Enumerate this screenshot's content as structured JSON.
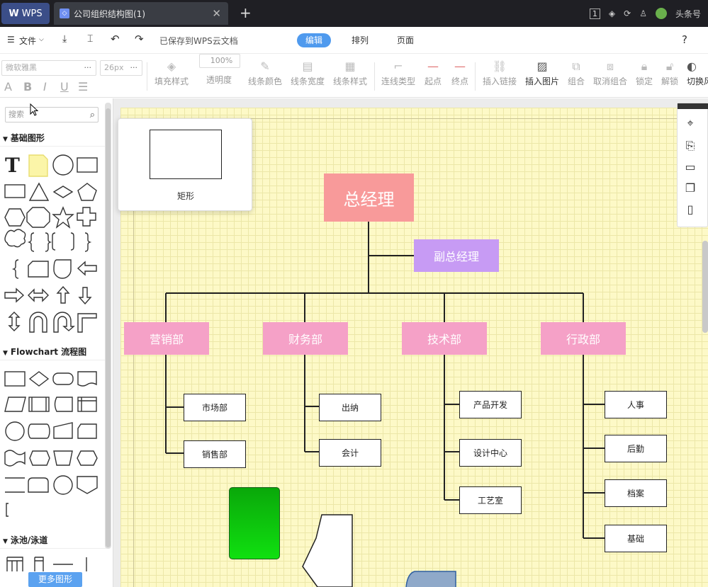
{
  "titlebar": {
    "app_name": "WPS",
    "doc_tab_title": "公司组织结构图(1)",
    "doc_icon": "flowchart-doc-icon",
    "new_tab_symbol": "+",
    "page_count_badge": "1",
    "user_label": "头条号"
  },
  "menu": {
    "file_label": "文件",
    "save_status": "已保存到WPS云文档",
    "tabs": [
      {
        "label": "编辑",
        "active": true
      },
      {
        "label": "排列",
        "active": false
      },
      {
        "label": "页面",
        "active": false
      }
    ],
    "help_symbol": "?"
  },
  "toolbar": {
    "font_family": "微软雅黑",
    "font_size": "26px",
    "opacity_value": "100%",
    "tools": [
      {
        "label": "填充样式",
        "icon": "fill-bucket-icon",
        "enabled": false
      },
      {
        "label": "透明度",
        "icon": "opacity-icon",
        "enabled": false
      },
      {
        "label": "线条颜色",
        "icon": "pen-icon",
        "enabled": false
      },
      {
        "label": "线条宽度",
        "icon": "line-width-icon",
        "enabled": false
      },
      {
        "label": "线条样式",
        "icon": "line-style-icon",
        "enabled": false
      },
      {
        "label": "连线类型",
        "icon": "connector-icon",
        "enabled": false
      },
      {
        "label": "起点",
        "icon": "start-arrow-icon",
        "enabled": false
      },
      {
        "label": "终点",
        "icon": "end-arrow-icon",
        "enabled": false
      },
      {
        "label": "插入链接",
        "icon": "link-icon",
        "enabled": false
      },
      {
        "label": "插入图片",
        "icon": "image-icon",
        "enabled": true
      },
      {
        "label": "组合",
        "icon": "group-icon",
        "enabled": false
      },
      {
        "label": "取消组合",
        "icon": "ungroup-icon",
        "enabled": false
      },
      {
        "label": "锁定",
        "icon": "lock-icon",
        "enabled": false
      },
      {
        "label": "解锁",
        "icon": "unlock-icon",
        "enabled": false
      },
      {
        "label": "切换风",
        "icon": "theme-icon",
        "enabled": true
      }
    ]
  },
  "sidebar": {
    "search_placeholder": "搜索",
    "sections": [
      "基础图形",
      "Flowchart 流程图",
      "泳池/泳道"
    ],
    "more_shapes_label": "更多图形"
  },
  "tooltip": {
    "label": "矩形"
  },
  "chart": {
    "ceo": "总经理",
    "vp": "副总经理",
    "departments": [
      "营销部",
      "财务部",
      "技术部",
      "行政部"
    ],
    "marketing_children": [
      "市场部",
      "销售部"
    ],
    "finance_children": [
      "出纳",
      "会计"
    ],
    "tech_children": [
      "产品开发",
      "设计中心",
      "工艺室"
    ],
    "admin_children": [
      "人事",
      "后勤",
      "档案",
      "基础"
    ]
  },
  "colors": {
    "ceo_fill": "#f89a9a",
    "vp_fill": "#c79bf4",
    "dept_fill": "#f5a1c7",
    "canvas_bg": "#fdf9c7",
    "accent": "#4f9aee"
  }
}
